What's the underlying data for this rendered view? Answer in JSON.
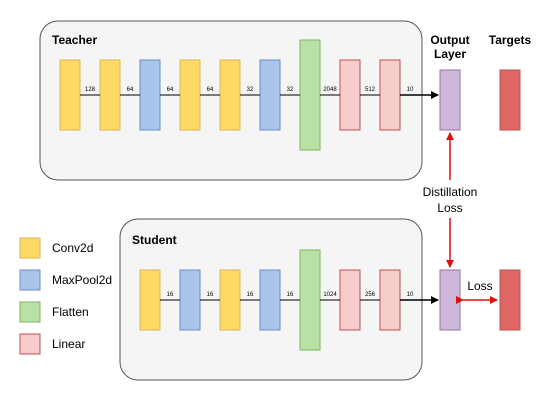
{
  "colors": {
    "conv": "#ffd966",
    "pool": "#a9c4eb",
    "flatten": "#b9e0a5",
    "linear": "#f8cecc",
    "output": "#cdb8da",
    "target": "#e06666",
    "arrow_red": "#e01010",
    "container_fill": "#f5f5f5"
  },
  "teacher": {
    "title": "Teacher",
    "layers": [
      "conv",
      "conv",
      "pool",
      "conv",
      "conv",
      "pool",
      "flatten",
      "linear",
      "linear"
    ],
    "connections": [
      "128",
      "64",
      "64",
      "64",
      "32",
      "32",
      "2048",
      "512",
      "10"
    ]
  },
  "student": {
    "title": "Student",
    "layers": [
      "conv",
      "pool",
      "conv",
      "pool",
      "flatten",
      "linear",
      "linear"
    ],
    "connections": [
      "16",
      "16",
      "16",
      "16",
      "1024",
      "256",
      "10"
    ]
  },
  "headers": {
    "output_line1": "Output",
    "output_line2": "Layer",
    "targets": "Targets"
  },
  "distillation": {
    "line1": "Distillation",
    "line2": "Loss"
  },
  "loss_label": "Loss",
  "legend": [
    {
      "key": "conv",
      "label": "Conv2d"
    },
    {
      "key": "pool",
      "label": "MaxPool2d"
    },
    {
      "key": "flatten",
      "label": "Flatten"
    },
    {
      "key": "linear",
      "label": "Linear"
    }
  ]
}
